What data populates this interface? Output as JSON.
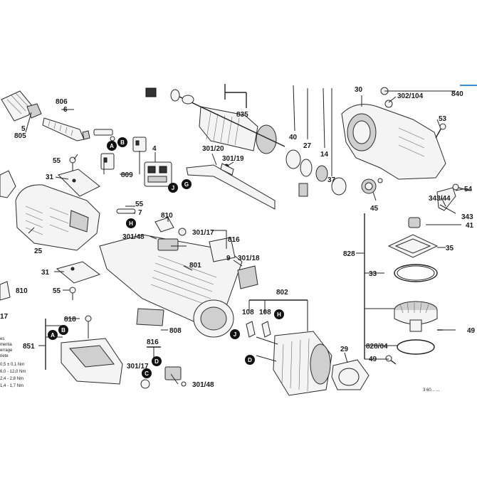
{
  "labels": {
    "l806": "806",
    "l6": "6",
    "l5": "5",
    "l805": "805",
    "l55a": "55",
    "l31a": "31",
    "l809": "809",
    "l4": "4",
    "l30120": "301/20",
    "l30119": "301/19",
    "l835": "835",
    "l40": "40",
    "l27": "27",
    "l14": "14",
    "l37": "37",
    "l30": "30",
    "l302104": "302/104",
    "l840": "840",
    "l53": "53",
    "l54": "54",
    "l34344": "343/44",
    "l343": "343",
    "l41": "41",
    "l45": "45",
    "l35": "35",
    "l828": "828",
    "l33": "33",
    "l49a": "49",
    "l82804": "828/04",
    "l49b": "49",
    "l25": "25",
    "l55b": "55",
    "l7": "7",
    "l810a": "810",
    "l30148a": "301/48",
    "l30117a": "301/17",
    "l816a": "816",
    "l9": "9",
    "l30118": "301/18",
    "l801": "801",
    "l31b": "31",
    "l55c": "55",
    "l810b": "810",
    "l17": "17",
    "l818": "818",
    "l851": "851",
    "l808": "808",
    "l816b": "816",
    "l30117b": "301/17",
    "l30148b": "301/48",
    "l802": "802",
    "l108a": "108",
    "l108b": "108",
    "l29": "29"
  },
  "badges": {
    "A1": "A",
    "B1": "B",
    "J1": "J",
    "G1": "G",
    "H1": "H",
    "J2": "J",
    "H2": "H",
    "D1": "D",
    "A2": "A",
    "B2": "B",
    "C1": "C",
    "D2": "D"
  },
  "torque_notes": {
    "line1": "es",
    "line2": "menta",
    "line3": "errage",
    "line4": "riete",
    "line5": "0,5 ± 0,1 Nm",
    "line6": "6,0 - 12,0 Nm",
    "line7": "2,4 - 2,8 Nm",
    "line8": "1,4 - 1,7 Nm"
  },
  "footer_code": "3 60... ..."
}
